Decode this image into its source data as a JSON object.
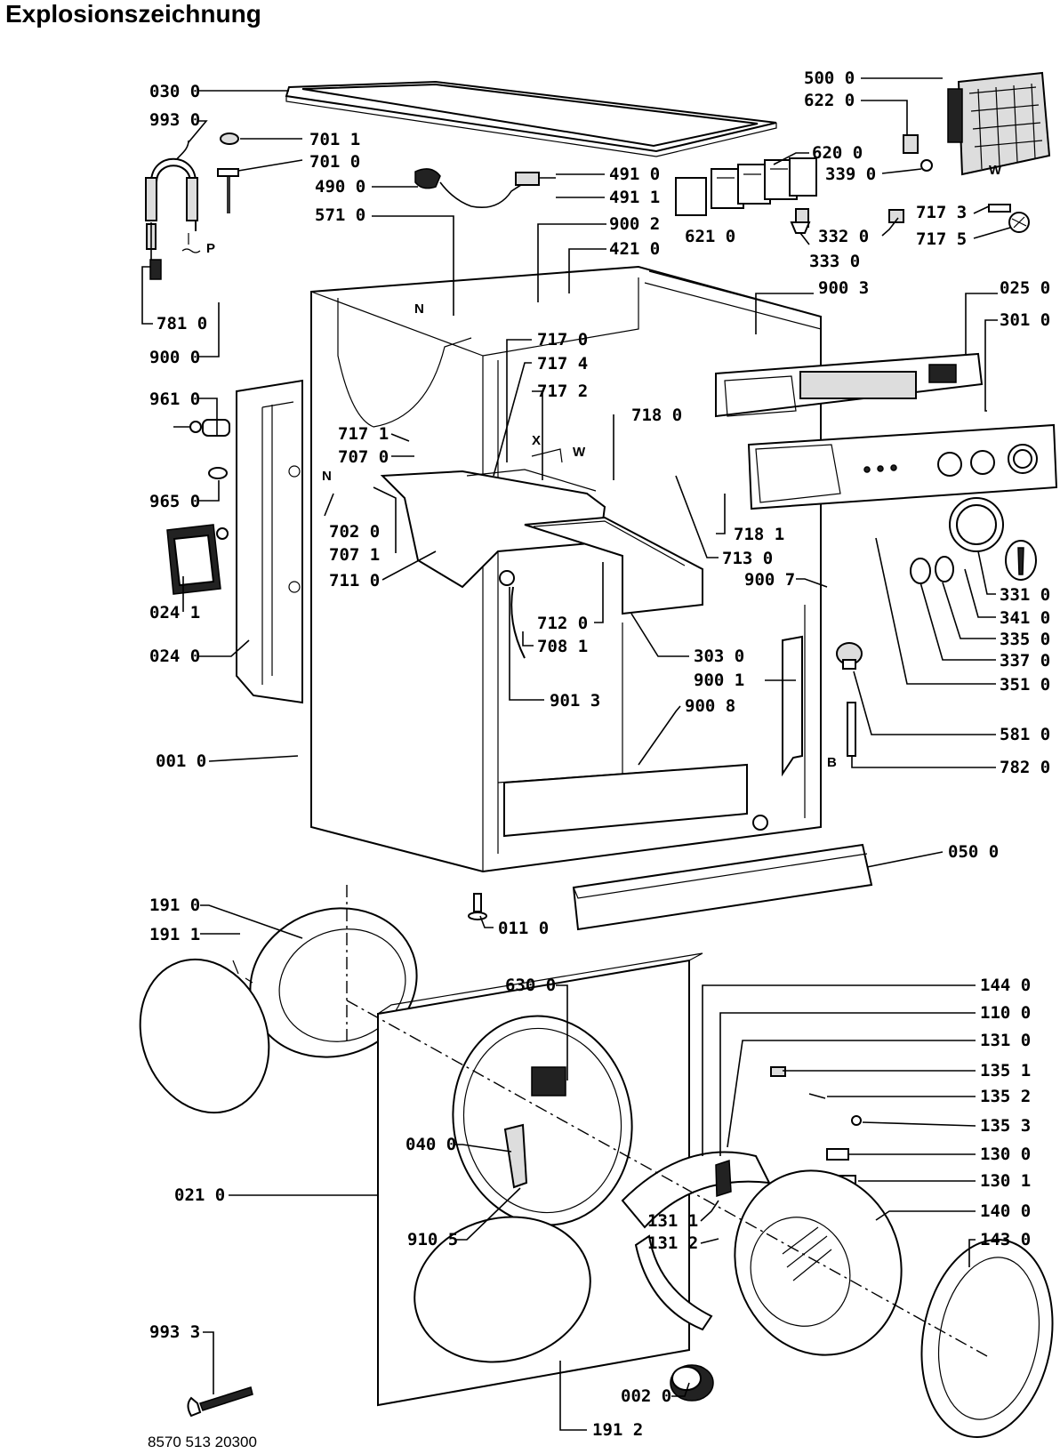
{
  "title": "Explosionszeichnung",
  "document_number": "8570 513 20300",
  "callouts": [
    {
      "id": "0300",
      "text": "030 0"
    },
    {
      "id": "9930",
      "text": "993 0"
    },
    {
      "id": "7011",
      "text": "701 1"
    },
    {
      "id": "7010",
      "text": "701 0"
    },
    {
      "id": "4900",
      "text": "490 0"
    },
    {
      "id": "5710",
      "text": "571 0"
    },
    {
      "id": "4910",
      "text": "491 0"
    },
    {
      "id": "4911",
      "text": "491 1"
    },
    {
      "id": "9002",
      "text": "900 2"
    },
    {
      "id": "4210",
      "text": "421 0"
    },
    {
      "id": "6200",
      "text": "620 0"
    },
    {
      "id": "6210",
      "text": "621 0"
    },
    {
      "id": "5000",
      "text": "500 0"
    },
    {
      "id": "6220",
      "text": "622 0"
    },
    {
      "id": "3390",
      "text": "339 0"
    },
    {
      "id": "7173",
      "text": "717 3"
    },
    {
      "id": "7175",
      "text": "717 5"
    },
    {
      "id": "3320",
      "text": "332 0"
    },
    {
      "id": "3330",
      "text": "333 0"
    },
    {
      "id": "9003",
      "text": "900 3"
    },
    {
      "id": "0250",
      "text": "025 0"
    },
    {
      "id": "3010",
      "text": "301 0"
    },
    {
      "id": "7810",
      "text": "781 0"
    },
    {
      "id": "9000",
      "text": "900 0"
    },
    {
      "id": "7170",
      "text": "717 0"
    },
    {
      "id": "7174",
      "text": "717 4"
    },
    {
      "id": "7172",
      "text": "717 2"
    },
    {
      "id": "7180",
      "text": "718 0"
    },
    {
      "id": "9610",
      "text": "961 0"
    },
    {
      "id": "7171",
      "text": "717 1"
    },
    {
      "id": "7070",
      "text": "707 0"
    },
    {
      "id": "9650",
      "text": "965 0"
    },
    {
      "id": "7020",
      "text": "702 0"
    },
    {
      "id": "7071",
      "text": "707 1"
    },
    {
      "id": "7110",
      "text": "711 0"
    },
    {
      "id": "7181",
      "text": "718 1"
    },
    {
      "id": "7130",
      "text": "713 0"
    },
    {
      "id": "9007",
      "text": "900 7"
    },
    {
      "id": "3310",
      "text": "331 0"
    },
    {
      "id": "3410",
      "text": "341 0"
    },
    {
      "id": "3350",
      "text": "335 0"
    },
    {
      "id": "3370",
      "text": "337 0"
    },
    {
      "id": "3510",
      "text": "351 0"
    },
    {
      "id": "0241",
      "text": "024 1"
    },
    {
      "id": "0240",
      "text": "024 0"
    },
    {
      "id": "7120",
      "text": "712 0"
    },
    {
      "id": "7081",
      "text": "708 1"
    },
    {
      "id": "3030",
      "text": "303 0"
    },
    {
      "id": "9013",
      "text": "901 3"
    },
    {
      "id": "9001",
      "text": "900 1"
    },
    {
      "id": "9008",
      "text": "900 8"
    },
    {
      "id": "5810",
      "text": "581 0"
    },
    {
      "id": "7820",
      "text": "782 0"
    },
    {
      "id": "0010",
      "text": "001 0"
    },
    {
      "id": "0500",
      "text": "050 0"
    },
    {
      "id": "1910",
      "text": "191 0"
    },
    {
      "id": "1911",
      "text": "191 1"
    },
    {
      "id": "0110",
      "text": "011 0"
    },
    {
      "id": "6300",
      "text": "630 0"
    },
    {
      "id": "1440",
      "text": "144 0"
    },
    {
      "id": "1100",
      "text": "110 0"
    },
    {
      "id": "1310",
      "text": "131 0"
    },
    {
      "id": "1351",
      "text": "135 1"
    },
    {
      "id": "1352",
      "text": "135 2"
    },
    {
      "id": "1353",
      "text": "135 3"
    },
    {
      "id": "0400",
      "text": "040 0"
    },
    {
      "id": "1300",
      "text": "130 0"
    },
    {
      "id": "1301",
      "text": "130 1"
    },
    {
      "id": "0210",
      "text": "021 0"
    },
    {
      "id": "9105",
      "text": "910 5"
    },
    {
      "id": "1311",
      "text": "131 1"
    },
    {
      "id": "1312",
      "text": "131 2"
    },
    {
      "id": "1400",
      "text": "140 0"
    },
    {
      "id": "1430",
      "text": "143 0"
    },
    {
      "id": "9933",
      "text": "993 3"
    },
    {
      "id": "0020",
      "text": "002 0"
    },
    {
      "id": "1912",
      "text": "191 2"
    }
  ],
  "markers": [
    {
      "id": "P",
      "text": "P"
    },
    {
      "id": "N1",
      "text": "N"
    },
    {
      "id": "N2",
      "text": "N"
    },
    {
      "id": "X",
      "text": "X"
    },
    {
      "id": "W1",
      "text": "W"
    },
    {
      "id": "W2",
      "text": "W"
    },
    {
      "id": "B",
      "text": "B"
    }
  ]
}
